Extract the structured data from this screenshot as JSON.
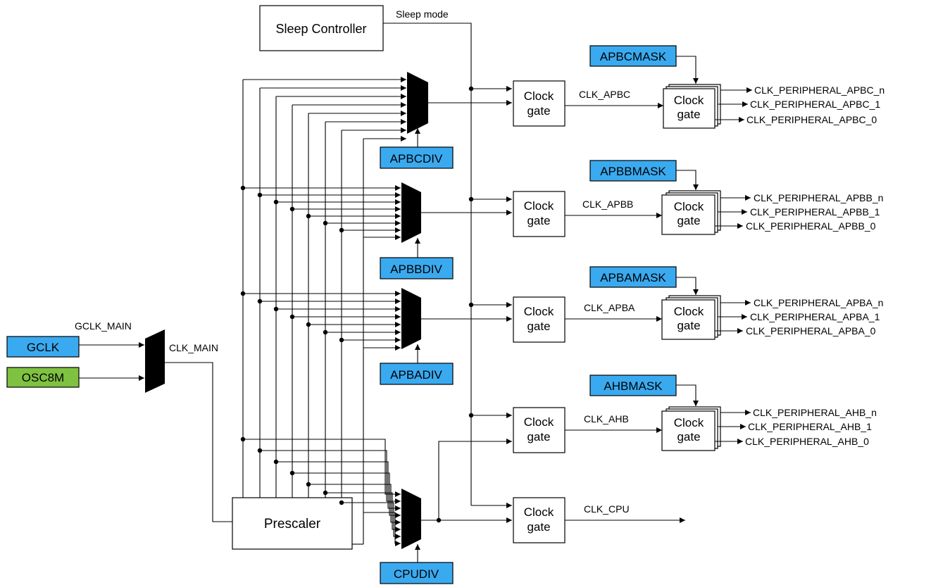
{
  "inputs": {
    "gclk": "GCLK",
    "osc8m": "OSC8M",
    "gclk_main": "GCLK_MAIN",
    "clk_main": "CLK_MAIN"
  },
  "sleep": {
    "controller": "Sleep Controller",
    "mode": "Sleep mode"
  },
  "prescaler": "Prescaler",
  "dividers": {
    "apbc": "APBCDIV",
    "apbb": "APBBDIV",
    "apba": "APBADIV",
    "cpu": "CPUDIV"
  },
  "clock_gate": {
    "line1": "Clock",
    "line2": "gate"
  },
  "clocks": {
    "apbc": "CLK_APBC",
    "apbb": "CLK_APBB",
    "apba": "CLK_APBA",
    "ahb": "CLK_AHB",
    "cpu": "CLK_CPU"
  },
  "masks": {
    "apbc": "APBCMASK",
    "apbb": "APBBMASK",
    "apba": "APBAMASK",
    "ahb": "AHBMASK"
  },
  "peripherals": {
    "apbc": [
      "CLK_PERIPHERAL_APBC_n",
      "CLK_PERIPHERAL_APBC_1",
      "CLK_PERIPHERAL_APBC_0"
    ],
    "apbb": [
      "CLK_PERIPHERAL_APBB_n",
      "CLK_PERIPHERAL_APBB_1",
      "CLK_PERIPHERAL_APBB_0"
    ],
    "apba": [
      "CLK_PERIPHERAL_APBA_n",
      "CLK_PERIPHERAL_APBA_1",
      "CLK_PERIPHERAL_APBA_0"
    ],
    "ahb": [
      "CLK_PERIPHERAL_AHB_n",
      "CLK_PERIPHERAL_AHB_1",
      "CLK_PERIPHERAL_AHB_0"
    ]
  },
  "colors": {
    "register_blue": "#3aaaf0",
    "oscillator_green": "#7fc241",
    "line": "#000000"
  }
}
